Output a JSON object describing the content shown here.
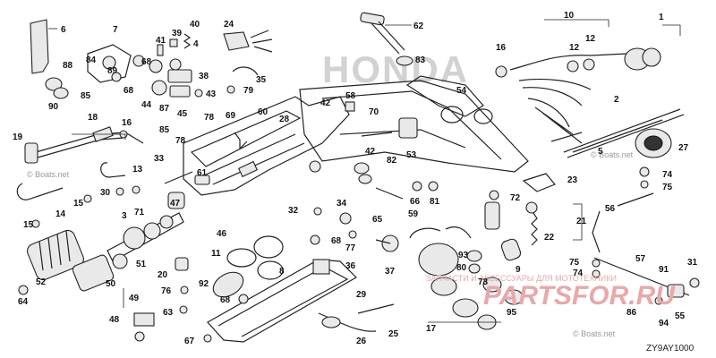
{
  "diagram": {
    "code": "ZY9AY1000",
    "watermarks": [
      "© Boats.net",
      "© Boats.net",
      "© Boats.net"
    ],
    "background_logo": "HONDA",
    "site_brand": "PARTSFOR.RU",
    "site_tagline": "ЗАПЧАСТИ И АКСЕССУАРЫ ДЛЯ МОТОТЕХНИКИ",
    "callouts": [
      "1",
      "2",
      "3",
      "4",
      "5",
      "6",
      "7",
      "8",
      "9",
      "10",
      "11",
      "12",
      "13",
      "14",
      "15",
      "16",
      "17",
      "18",
      "19",
      "20",
      "21",
      "22",
      "23",
      "24",
      "25",
      "26",
      "27",
      "28",
      "29",
      "30",
      "31",
      "32",
      "33",
      "34",
      "35",
      "36",
      "37",
      "38",
      "39",
      "40",
      "41",
      "42",
      "43",
      "44",
      "45",
      "46",
      "47",
      "48",
      "49",
      "50",
      "51",
      "52",
      "53",
      "54",
      "55",
      "56",
      "57",
      "58",
      "59",
      "60",
      "61",
      "62",
      "63",
      "64",
      "65",
      "66",
      "67",
      "68",
      "69",
      "70",
      "71",
      "72",
      "73",
      "74",
      "75",
      "76",
      "77",
      "78",
      "79",
      "80",
      "81",
      "82",
      "83",
      "84",
      "85",
      "86",
      "87",
      "88",
      "89",
      "90",
      "91",
      "92",
      "93",
      "94",
      "95"
    ]
  }
}
